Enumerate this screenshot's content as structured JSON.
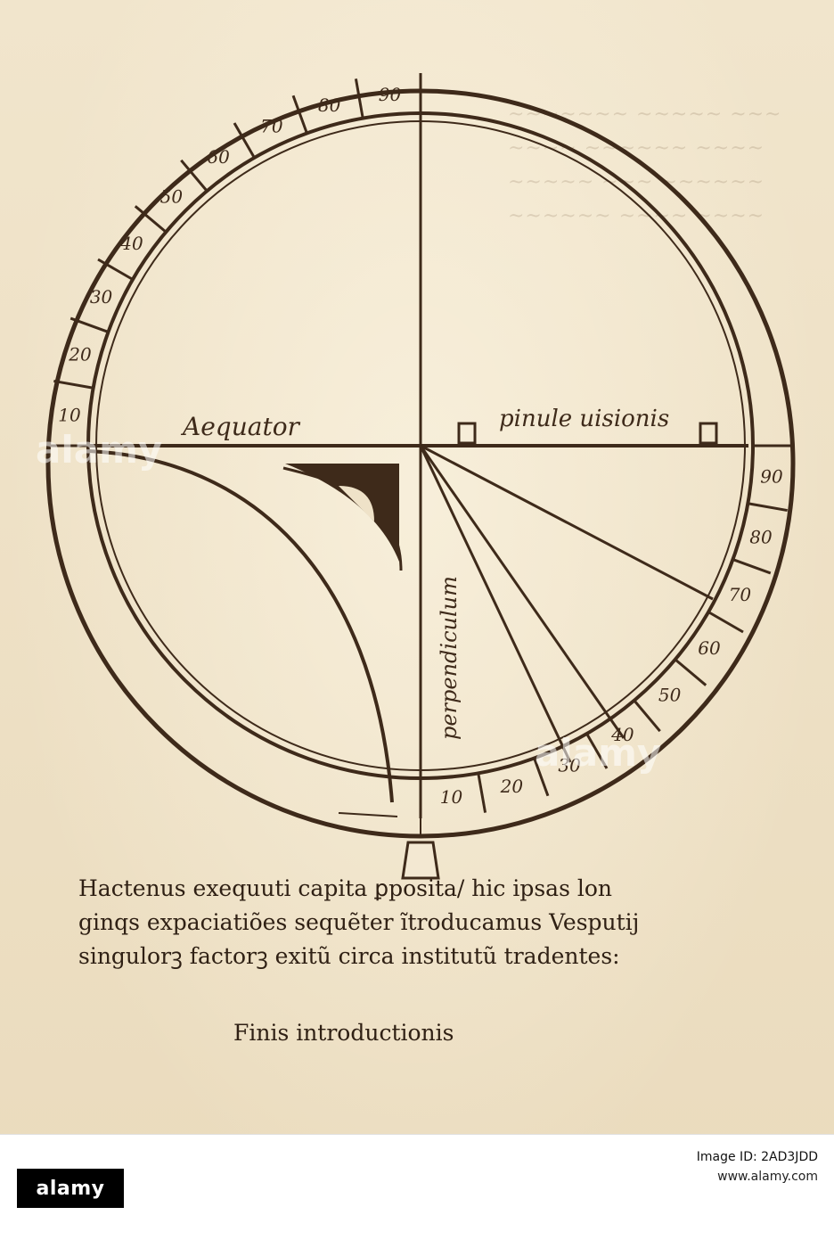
{
  "diagram": {
    "label_aequator": "Aequator",
    "label_pinule": "pinule uisionis",
    "label_perpendiculum": "perpendiculum",
    "scale_upper": [
      "10",
      "20",
      "30",
      "40",
      "50",
      "60",
      "70",
      "80",
      "90"
    ],
    "scale_lower": [
      "10",
      "20",
      "30",
      "40",
      "50",
      "60",
      "70",
      "80",
      "90"
    ]
  },
  "text": {
    "line1": "Hactenus exequuti capita ꝑposita/ hic ipsas lon",
    "line2": "ginqs expaciatiões sequẽter ĩtroducamus Vesputij",
    "line3": "singulorꝫ factorꝫ exitũ circa institutũ tradentes:",
    "finis": "Finis introductionis"
  },
  "watermark": {
    "brand": "alamy",
    "image_id": "Image ID: 2AD3JDD",
    "url": "www.alamy.com",
    "ink_color": "#3e2a1a",
    "paper_color": "#efe2c8"
  }
}
